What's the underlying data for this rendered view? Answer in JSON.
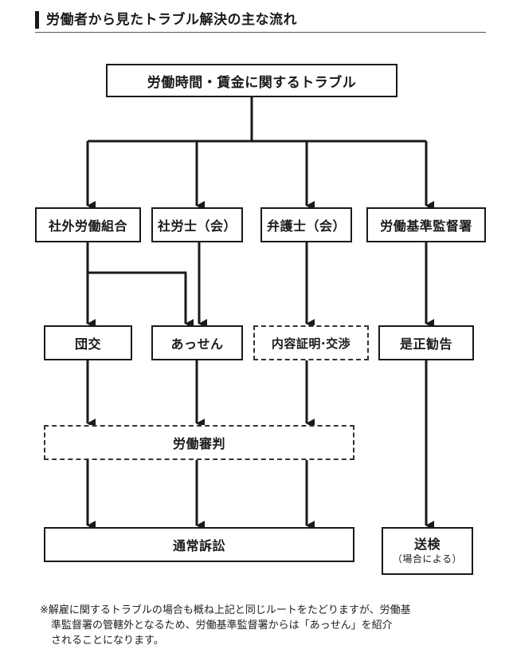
{
  "title": "労働者から見たトラブル解決の主な流れ",
  "nodes": {
    "top": "労働時間・賃金に関するトラブル",
    "union": "社外労働組合",
    "sharoushi": "社労士（会）",
    "lawyer": "弁護士（会）",
    "inspection": "労働基準監督署",
    "dankou": "団交",
    "assen": "あっせん",
    "naiyou": "内容証明·交渉",
    "zesei": "是正勧告",
    "shinpan": "労働審判",
    "soshou": "通常訴訟",
    "souken": "送検",
    "souken_note": "（場合による）"
  },
  "note": {
    "line1": "※解雇に関するトラブルの場合も概ね上記と同じルートをたどりますが、労働基",
    "line2": "準監督署の管轄外となるため、労働基準監督署からは「あっせん」を紹介",
    "line3": "されることになります。"
  }
}
